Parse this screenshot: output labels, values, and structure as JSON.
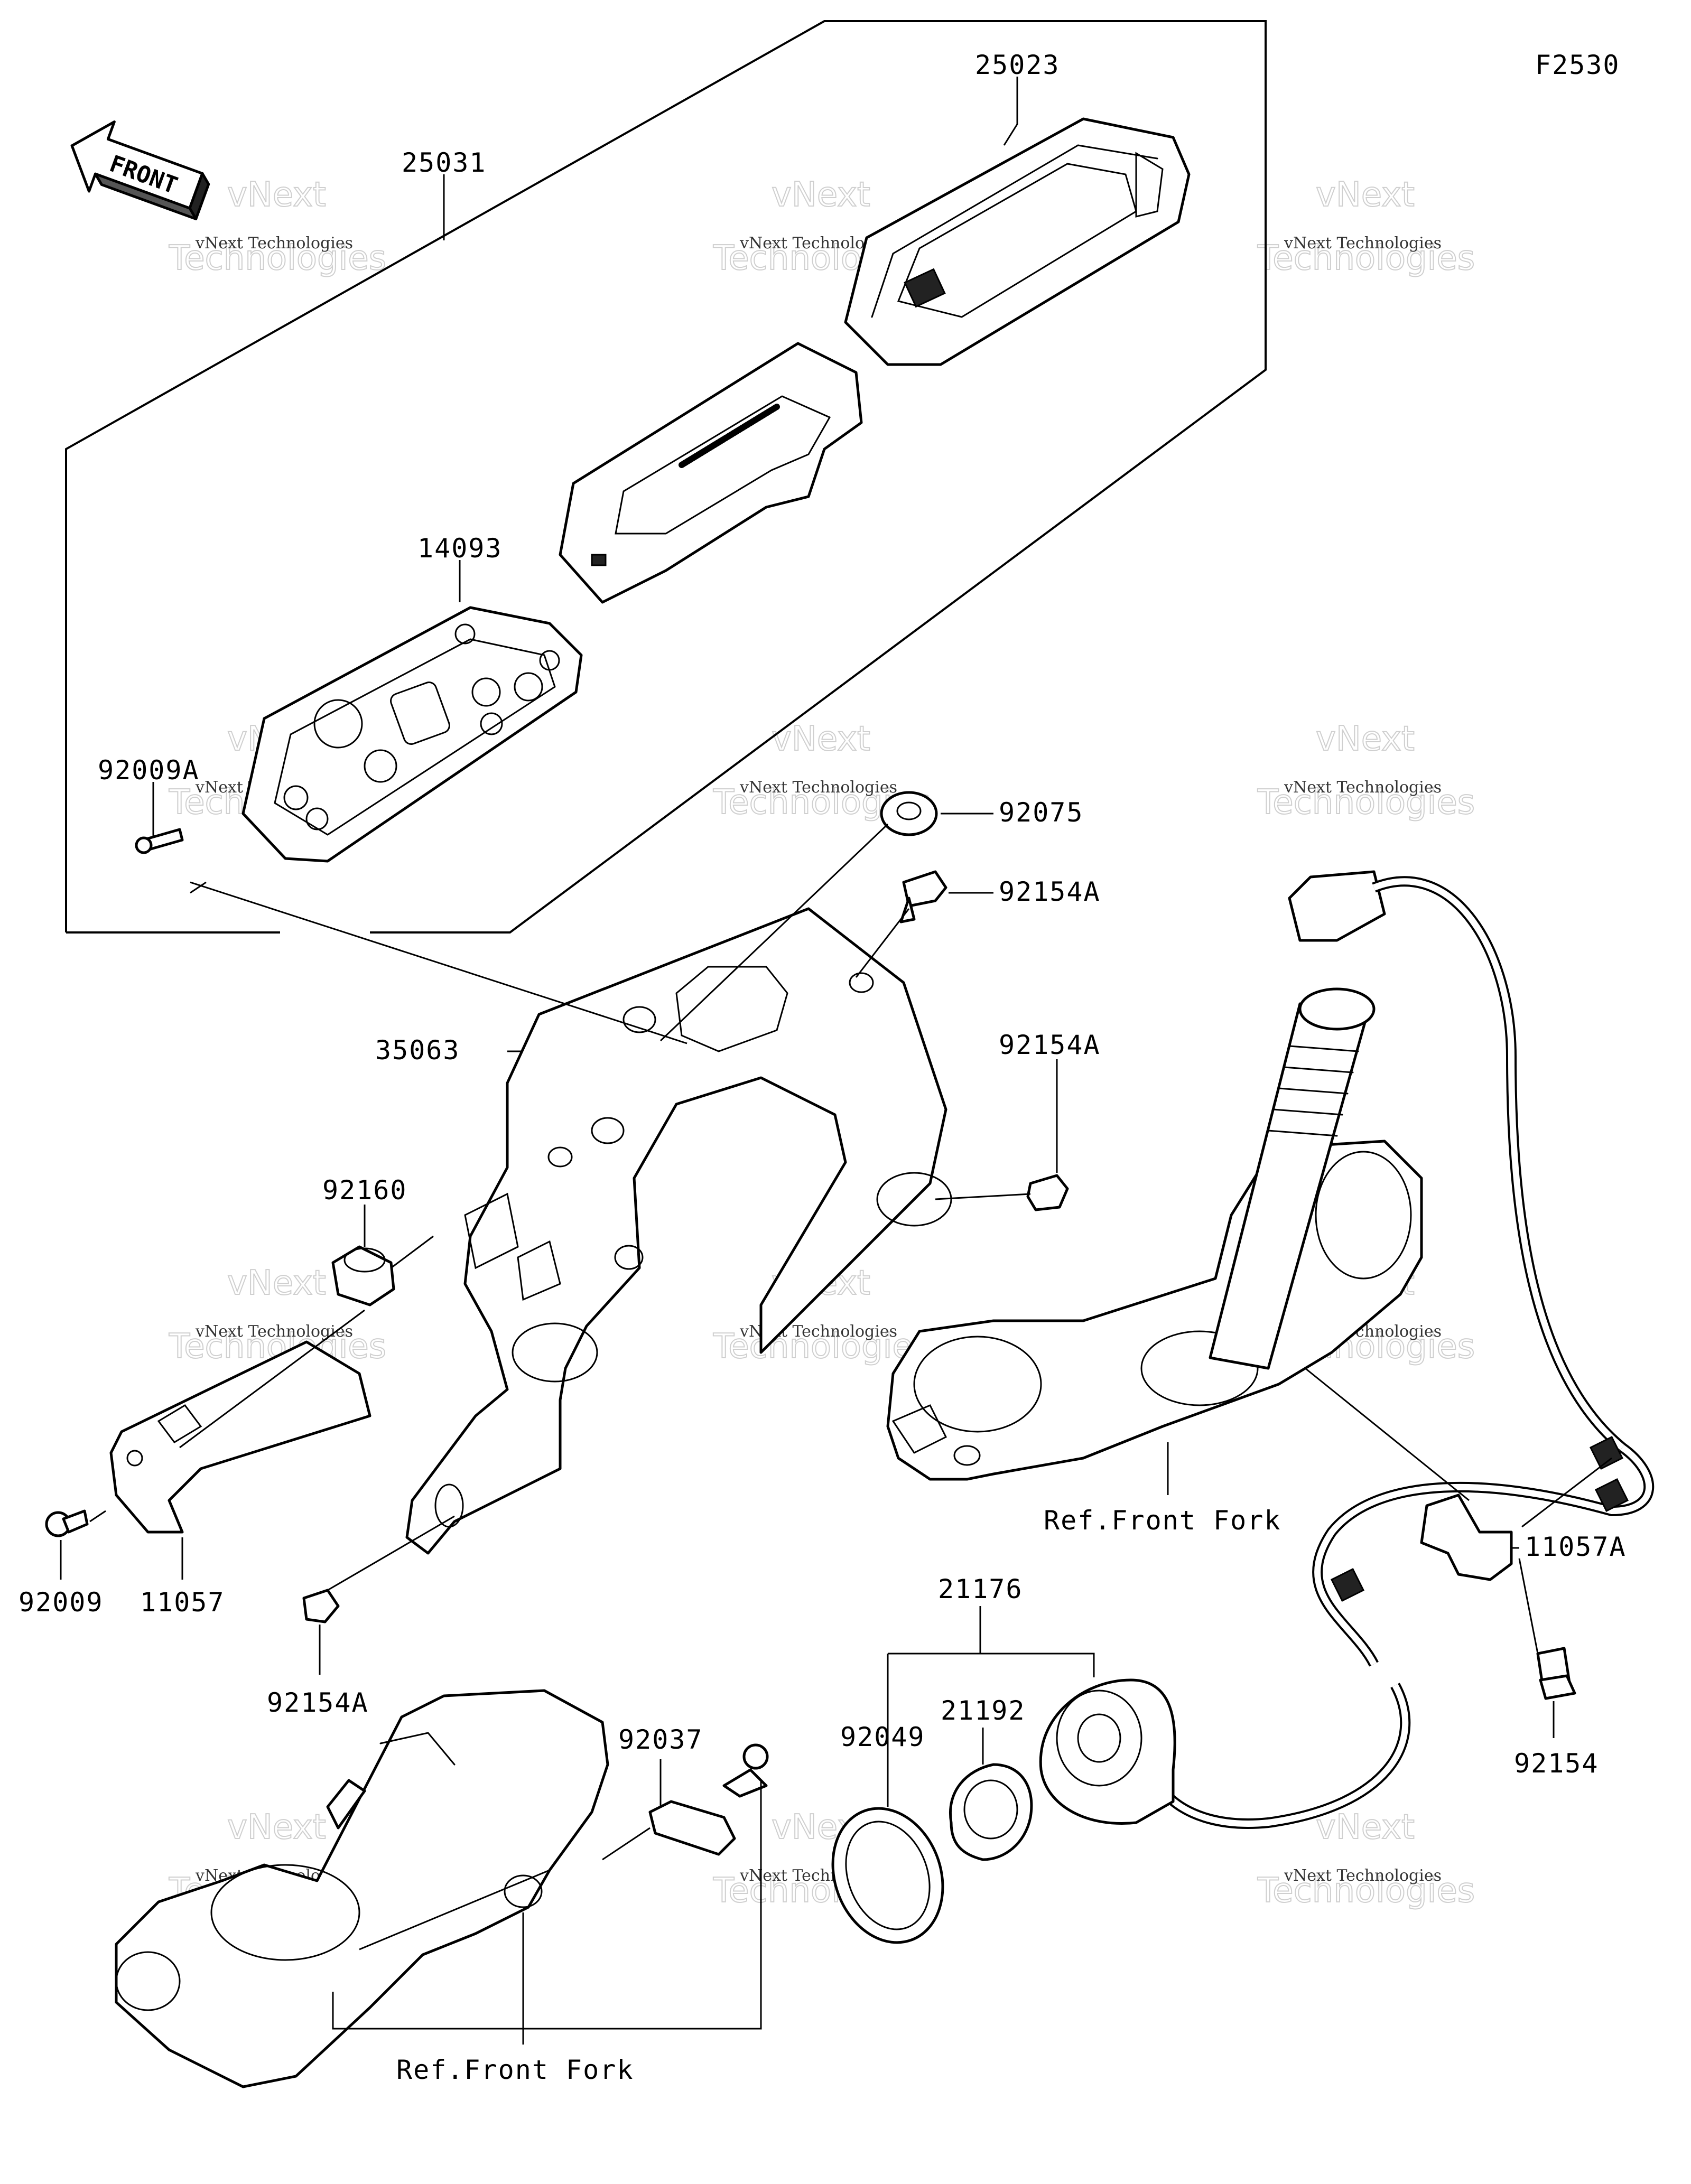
{
  "diagram_id": "F2530",
  "front_arrow": "FRONT",
  "watermark": {
    "line1": "vNext Technologies",
    "line2": "vNext",
    "line3": "Technologies"
  },
  "labels": {
    "p25023": "25023",
    "p25031": "25031",
    "p14093": "14093",
    "p92009A": "92009A",
    "p92075": "92075",
    "p92154A_top": "92154A",
    "p35063": "35063",
    "p92154A_mid": "92154A",
    "p92160": "92160",
    "p92009": "92009",
    "p11057": "11057",
    "p92154A_bottom": "92154A",
    "ref_front_fork_right": "Ref.Front Fork",
    "p11057A": "11057A",
    "p92154": "92154",
    "p21176": "21176",
    "p21192": "21192",
    "p92049": "92049",
    "p92037": "92037",
    "ref_front_fork_bottom": "Ref.Front Fork"
  }
}
